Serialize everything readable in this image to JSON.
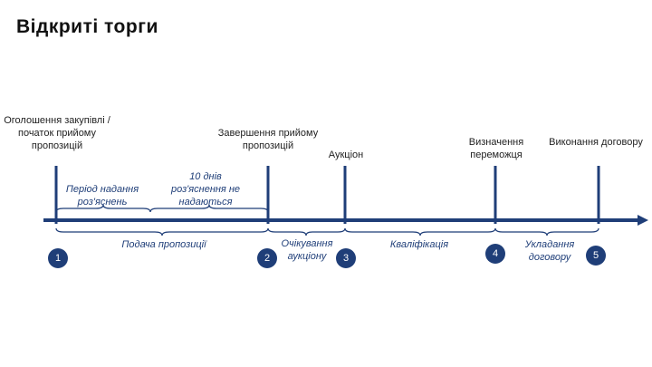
{
  "title": "Відкриті торги",
  "colors": {
    "accent": "#1f3e78",
    "timeline": "#1f3e78"
  },
  "milestones": [
    {
      "label": "Оголошення закупівлі / початок прийому пропозицій"
    },
    {
      "label": "Завершення прийому пропозицій"
    },
    {
      "label": "Аукціон"
    },
    {
      "label": "Визначення переможця"
    },
    {
      "label": "Виконання договору"
    }
  ],
  "periods": [
    {
      "label": "Період надання роз'яснень"
    },
    {
      "label": "10 днів роз'яснення не надаються"
    },
    {
      "label": "Подача пропозиції"
    },
    {
      "label": "Очікування аукціону"
    },
    {
      "label": "Кваліфікація"
    },
    {
      "label": "Укладання договору"
    }
  ],
  "steps": [
    "1",
    "2",
    "3",
    "4",
    "5"
  ]
}
